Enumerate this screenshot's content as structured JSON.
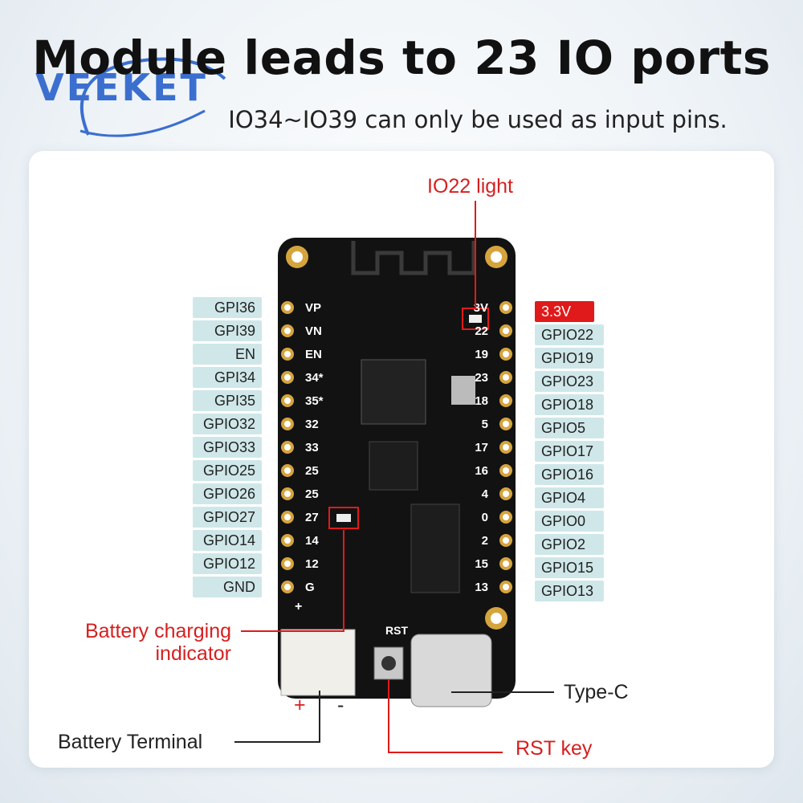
{
  "header": {
    "title": "Module leads to 23 IO ports",
    "subtitle": "IO34~IO39 can only be used as input pins."
  },
  "brand": {
    "logo_text": "VEEKET",
    "color": "#3b6fcf"
  },
  "colors": {
    "pin_label_bg": "#cfe7e9",
    "highlight": "#e01a1a",
    "callout_red": "#d62020"
  },
  "left_pins": [
    "GPI36",
    "GPI39",
    "EN",
    "GPI34",
    "GPI35",
    "GPIO32",
    "GPIO33",
    "GPIO25",
    "GPIO26",
    "GPIO27",
    "GPIO14",
    "GPIO12",
    "GND"
  ],
  "right_pins": [
    "3.3V",
    "GPIO22",
    "GPIO19",
    "GPIO23",
    "GPIO18",
    "GPIO5",
    "GPIO17",
    "GPIO16",
    "GPIO4",
    "GPIO0",
    "GPIO2",
    "GPIO15",
    "GPIO13"
  ],
  "board_silk": {
    "left": [
      "VP",
      "VN",
      "EN",
      "34*",
      "35*",
      "32",
      "33",
      "25",
      "25",
      "27",
      "14",
      "12",
      "G"
    ],
    "right": [
      "3V",
      "22",
      "19",
      "23",
      "18",
      "5",
      "17",
      "16",
      "4",
      "0",
      "2",
      "15",
      "13"
    ],
    "rst": "RST",
    "plus": "+"
  },
  "callouts": {
    "io22_light": "IO22 light",
    "battery_charging_line1": "Battery charging",
    "battery_charging_line2": "indicator",
    "battery_terminal": "Battery Terminal",
    "type_c": "Type-C",
    "rst_key": "RST key",
    "plus": "+",
    "minus": "-"
  }
}
